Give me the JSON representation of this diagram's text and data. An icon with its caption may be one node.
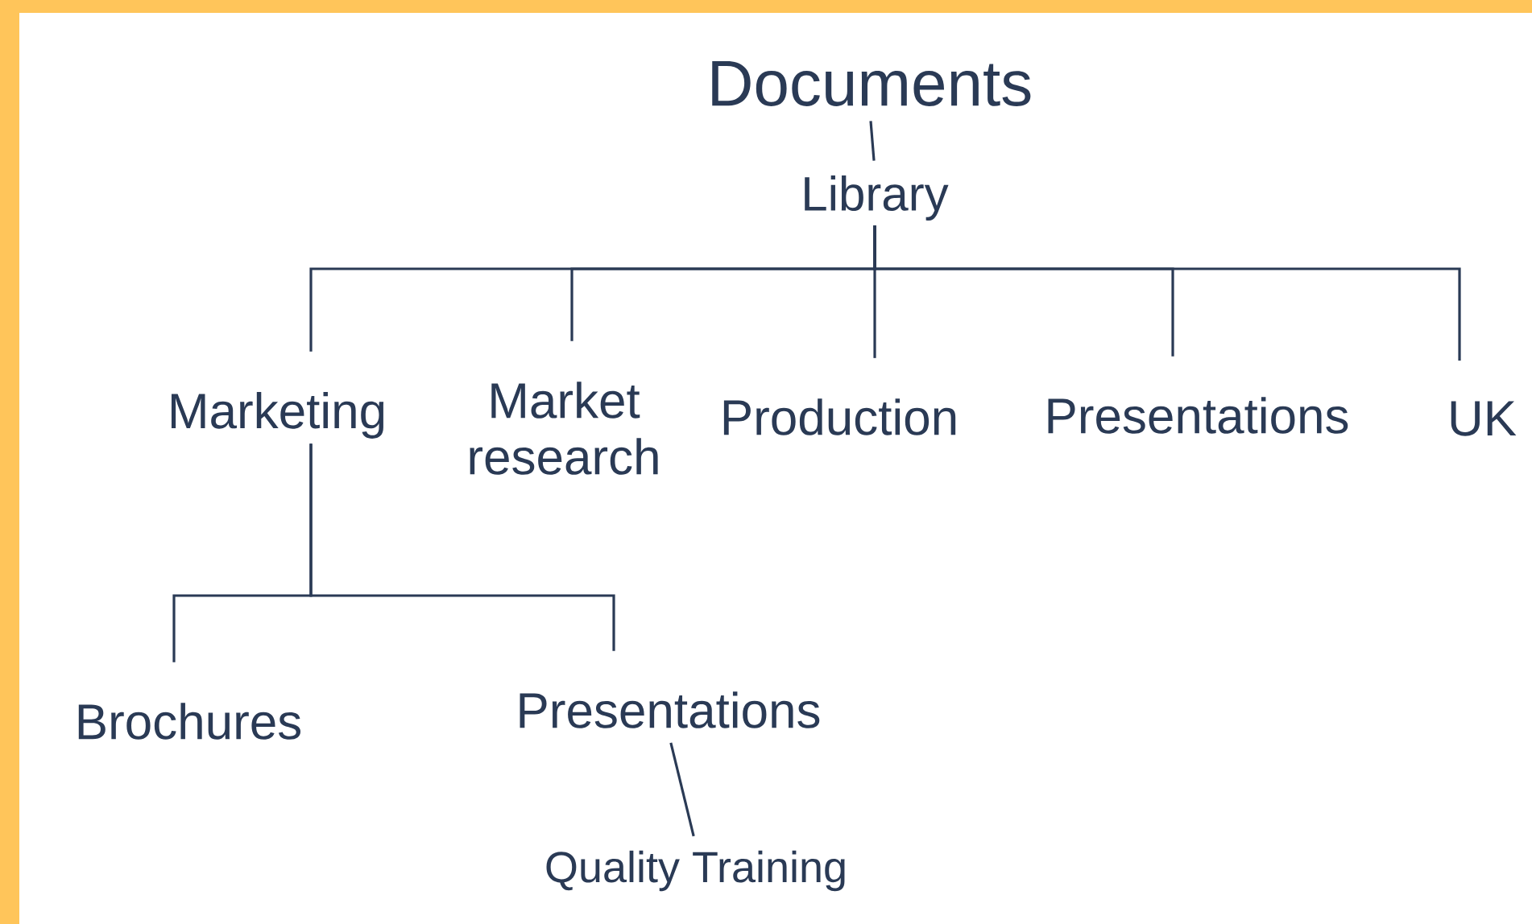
{
  "diagram": {
    "nodes": [
      {
        "text": [
          "Documents"
        ]
      },
      {
        "text": [
          "Library"
        ]
      },
      {
        "text": [
          "Marketing"
        ]
      },
      {
        "text": [
          "Market research"
        ]
      },
      {
        "text": [
          "Production"
        ]
      },
      {
        "text": [
          "Presentations"
        ]
      },
      {
        "text": [
          "UK"
        ]
      },
      {
        "text": [
          "Brochures"
        ]
      },
      {
        "text": [
          "Presentations"
        ]
      },
      {
        "text": [
          "Quality Training"
        ]
      }
    ],
    "edges": [
      {
        "from": 0,
        "to": 1,
        "arrow": "none"
      },
      {
        "from": 1,
        "to": 2,
        "arrow": "none"
      },
      {
        "from": 1,
        "to": 3,
        "arrow": "none"
      },
      {
        "from": 1,
        "to": 4,
        "arrow": "none"
      },
      {
        "from": 1,
        "to": 5,
        "arrow": "none"
      },
      {
        "from": 1,
        "to": 6,
        "arrow": "none"
      },
      {
        "from": 2,
        "to": 7,
        "arrow": "none"
      },
      {
        "from": 2,
        "to": 8,
        "arrow": "none"
      },
      {
        "from": 8,
        "to": 9,
        "arrow": "none"
      }
    ]
  }
}
